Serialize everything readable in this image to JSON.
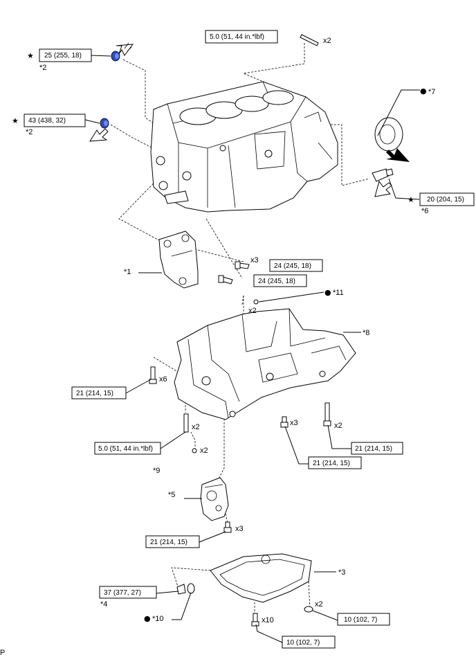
{
  "torque_labels": {
    "t1": "5.0 (51, 44 in.*lbf)",
    "t2": "25 (255, 18)",
    "t3": "43 (438, 32)",
    "t4": "20 (204, 15)",
    "t5": "24 (245, 18)",
    "t6": "24 (245, 18)",
    "t7": "21 (214, 15)",
    "t8": "21 (214, 15)",
    "t9": "5.0 (51, 44 in.*lbf)",
    "t10": "21 (214, 15)",
    "t11": "21 (214, 15)",
    "t12": "37 (377, 27)",
    "t13": "10 (102, 7)",
    "t14": "10 (102, 7)"
  },
  "quantities": {
    "q1": "x2",
    "q2": "x3",
    "q3": "x2",
    "q4": "x6",
    "q5": "x2",
    "q6": "x3",
    "q7": "x2",
    "q8": "x2",
    "q9": "x3",
    "q10": "x2",
    "q11": "x10"
  },
  "callouts": {
    "c1": "*2",
    "c2": "*2",
    "c3": "*7",
    "c4": "*6",
    "c5": "*1",
    "c6": "*11",
    "c7": "*8",
    "c8": "*9",
    "c9": "*5",
    "c10": "*3",
    "c11": "*4",
    "c12": "*10"
  },
  "symbols": {
    "star": "★",
    "dot": "●"
  },
  "corner_letter": "P",
  "colors": {
    "blue_part": "#2b4cc4",
    "line": "#000000"
  }
}
